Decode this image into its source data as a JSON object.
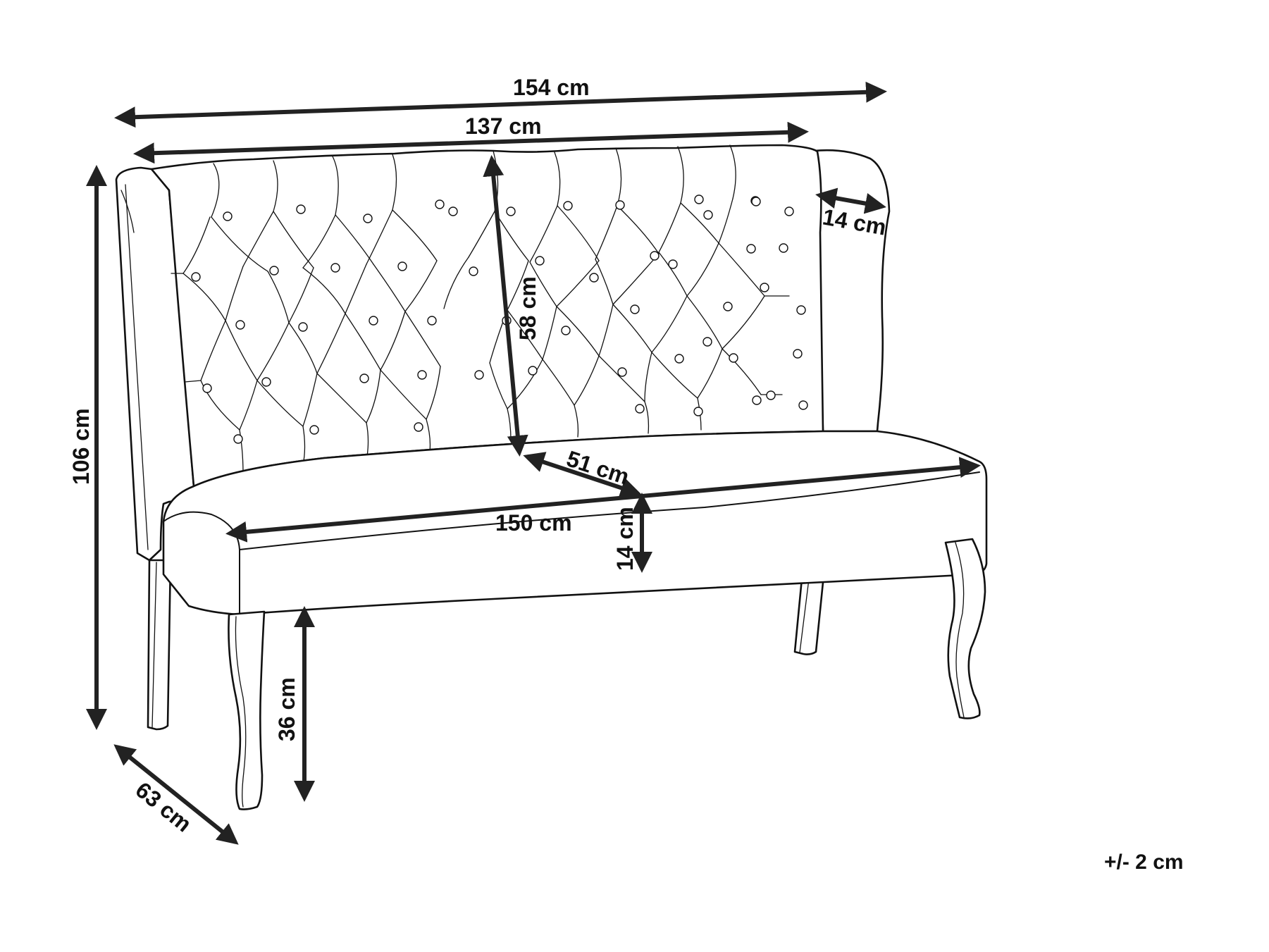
{
  "product": "tufted wingback bench",
  "colors": {
    "line": "#111111",
    "dimension": "#222222",
    "background": "#ffffff"
  },
  "dimensions": {
    "overall_width": "154 cm",
    "backrest_width": "137 cm",
    "overall_height": "106 cm",
    "backrest_height": "58 cm",
    "wing_depth": "14 cm",
    "seat_depth": "51 cm",
    "seat_width": "150 cm",
    "seat_thickness": "14 cm",
    "seat_height": "36 cm",
    "overall_depth": "63 cm"
  },
  "tolerance": "+/- 2 cm"
}
